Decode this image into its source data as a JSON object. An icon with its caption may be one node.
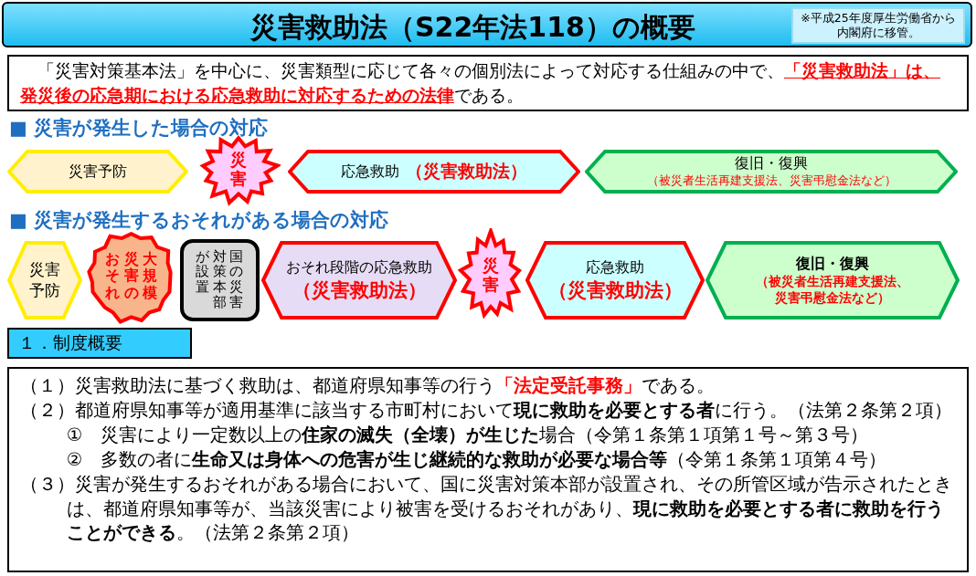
{
  "diagram": {
    "title": "災害救助法（S22年法118）の概要",
    "nodes": [
      {
        "text": [
          "※平成25年度厚生労働省から内閣府に移管。"
        ]
      },
      {
        "text": [
          "「災害対策基本法」を中心に、災害類型に応じて各々の個別法によって対応する仕組みの中で、**「災害救助法」は、発災後の応急期における応急救助に対応するための法律**である。"
        ]
      },
      {
        "text": [
          "災害予防"
        ]
      },
      {
        "text": [
          "災害"
        ]
      },
      {
        "text": [
          "応急救助",
          "（災害救助法）"
        ]
      },
      {
        "text": [
          "復旧・復興",
          "（被災者生活再建支援法、災害弔慰金法など）"
        ]
      },
      {
        "text": [
          "災害予防"
        ]
      },
      {
        "text": [
          "大規模災害のおそれ"
        ]
      },
      {
        "text": [
          "国の災害対策本部が設置"
        ]
      },
      {
        "text": [
          "おそれ段階の応急救助",
          "（災害救助法）"
        ]
      },
      {
        "text": [
          "災害"
        ]
      },
      {
        "text": [
          "応急救助",
          "（災害救助法）"
        ]
      },
      {
        "text": [
          "復旧・復興",
          "（被災者生活再建支援法、災害弔慰金法など）"
        ]
      },
      {
        "text": [
          "１．制度概要"
        ]
      },
      {
        "text": [
          "（１）災害救助法に基づく救助は、都道府県知事等の行う**「法定受託事務」**である。",
          "（２）都道府県知事等が適用基準に該当する市町村において**現に救助を必要とする者**に行う。（法第２条第２項）",
          "①　災害により一定数以上の**住家の滅失（全壊）が生じた**場合（令第１条第１項第１号～第３号）",
          "②　多数の者に**生命又は身体への危害が生じ継続的な救助が必要な場合等**（令第１条第１項第４号）",
          "（３）災害が発生するおそれがある場合において、国に災害対策本部が設置され、その所管区域が告示されたときは、都道府県知事等が、当該災害により被害を受けるおそれがあり、**現に救助を必要とする者に救助を行うことができる**。（法第２条第２項）"
        ]
      }
    ],
    "labels": [
      "■ 災害が発生した場合の対応",
      "■ 災害が発生するおそれがある場合の対応"
    ]
  }
}
